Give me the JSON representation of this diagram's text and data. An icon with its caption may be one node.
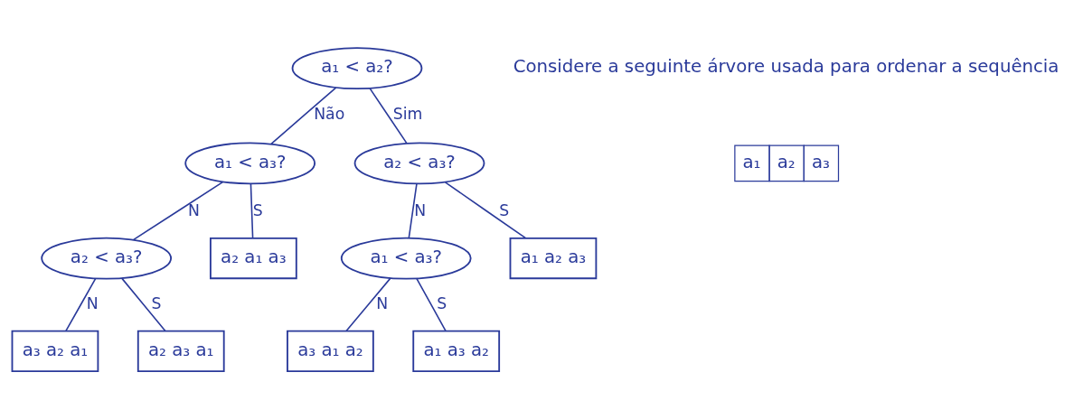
{
  "diagram": {
    "nodes": [
      {
        "text": [
          "a₁ < a₂?"
        ]
      },
      {
        "text": [
          "a₁ < a₃?"
        ]
      },
      {
        "text": [
          "a₂ < a₃?"
        ]
      },
      {
        "text": [
          "a₂ < a₃?"
        ]
      },
      {
        "text": [
          "a₂ a₁ a₃"
        ]
      },
      {
        "text": [
          "a₁ < a₃?"
        ]
      },
      {
        "text": [
          "a₁ a₂ a₃"
        ]
      },
      {
        "text": [
          "a₃ a₂ a₁"
        ]
      },
      {
        "text": [
          "a₂ a₃ a₁"
        ]
      },
      {
        "text": [
          "a₃ a₁ a₂"
        ]
      },
      {
        "text": [
          "a₁ a₃ a₂"
        ]
      }
    ],
    "edges": [
      {
        "from": 0,
        "to": 1,
        "arrow": "none",
        "label": "Não"
      },
      {
        "from": 0,
        "to": 2,
        "arrow": "none",
        "label": "Sim"
      },
      {
        "from": 1,
        "to": 3,
        "arrow": "none",
        "label": "N"
      },
      {
        "from": 1,
        "to": 4,
        "arrow": "none",
        "label": "S"
      },
      {
        "from": 2,
        "to": 5,
        "arrow": "none",
        "label": "N"
      },
      {
        "from": 2,
        "to": 6,
        "arrow": "none",
        "label": "S"
      },
      {
        "from": 3,
        "to": 7,
        "arrow": "none",
        "label": "N"
      },
      {
        "from": 3,
        "to": 8,
        "arrow": "none",
        "label": "S"
      },
      {
        "from": 5,
        "to": 9,
        "arrow": "none",
        "label": "N"
      },
      {
        "from": 5,
        "to": 10,
        "arrow": "none",
        "label": "S"
      }
    ],
    "labels": [
      "Considere a seguinte árvore usada para ordenar a sequência",
      "a₁",
      "a₂",
      "a₃"
    ]
  }
}
